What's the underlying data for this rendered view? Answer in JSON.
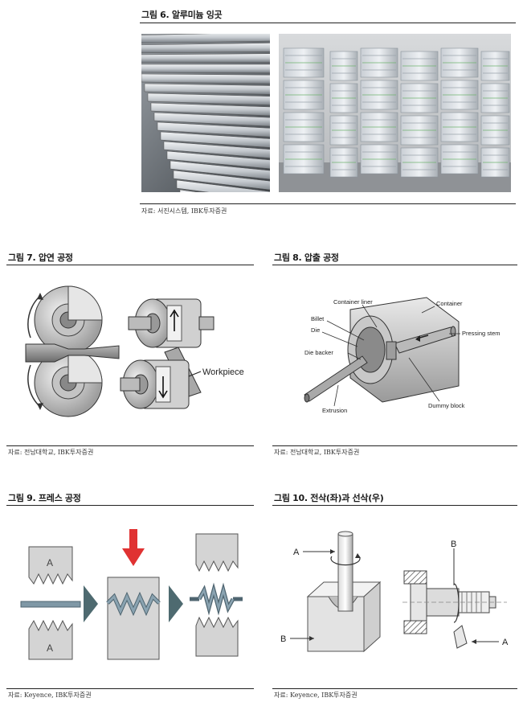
{
  "fig6": {
    "title": "그림 6. 알루미늄 잉곳",
    "source": "자료: 서진시스템, IBK투자증권"
  },
  "fig7": {
    "title": "그림 7. 압연 공정",
    "label_workpiece": "Workpiece",
    "source": "자료: 전남대학교, IBK투자증권"
  },
  "fig8": {
    "title": "그림 8. 압출 공정",
    "labels": {
      "container_liner": "Container liner",
      "container": "Container",
      "billet": "Billet",
      "die": "Die",
      "pressing_stem": "Pressing stem",
      "die_backer": "Die backer",
      "extrusion": "Extrusion",
      "dummy_block": "Dummy block"
    },
    "source": "자료: 전남대학교, IBK투자증권"
  },
  "fig9": {
    "title": "그림 9. 프레스 공정",
    "label_a": "A",
    "source": "자료: Keyence, IBK투자증권"
  },
  "fig10": {
    "title": "그림 10. 전삭(좌)과 선삭(우)",
    "label_a": "A",
    "label_b": "B",
    "source": "자료: Keyence, IBK투자증권"
  }
}
